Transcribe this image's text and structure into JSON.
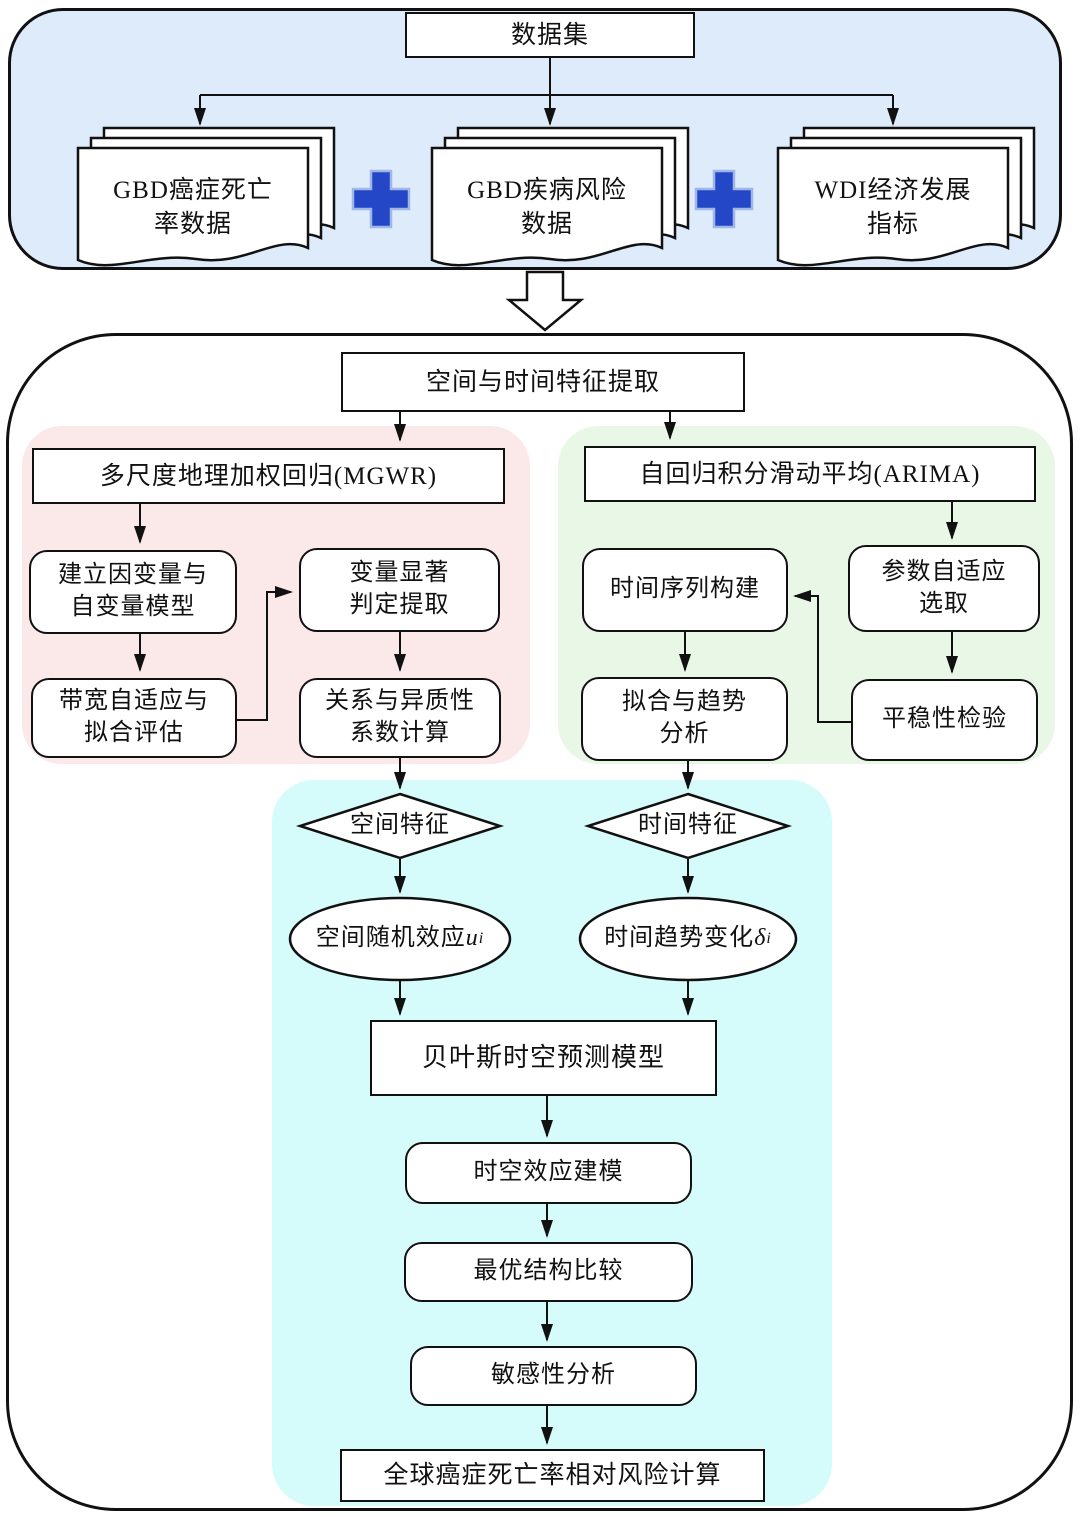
{
  "dataset_panel": {
    "title_box": "数据集",
    "doc_stacks": [
      {
        "lines": [
          "GBD癌症死亡",
          "率数据"
        ]
      },
      {
        "lines": [
          "GBD疾病风险",
          "数据"
        ]
      },
      {
        "lines": [
          "WDI经济发展",
          "指标"
        ]
      }
    ],
    "plus_icons": [
      "plus-icon",
      "plus-icon"
    ]
  },
  "extraction_box": "空间与时间特征提取",
  "mgwr": {
    "header": "多尺度地理加权回归(MGWR)",
    "steps": [
      {
        "lines": [
          "建立因变量与",
          "自变量模型"
        ]
      },
      {
        "lines": [
          "变量显著",
          "判定提取"
        ]
      },
      {
        "lines": [
          "带宽自适应与",
          "拟合评估"
        ]
      },
      {
        "lines": [
          "关系与异质性",
          "系数计算"
        ]
      }
    ]
  },
  "arima": {
    "header": "自回归积分滑动平均(ARIMA)",
    "steps": [
      {
        "lines": [
          "时间序列构建"
        ]
      },
      {
        "lines": [
          "参数自适应",
          "选取"
        ]
      },
      {
        "lines": [
          "拟合与趋势",
          "分析"
        ]
      },
      {
        "lines": [
          "平稳性检验"
        ]
      }
    ]
  },
  "bayes": {
    "spatial_diamond": "空间特征",
    "temporal_diamond": "时间特征",
    "spatial_effect": {
      "prefix": "空间随机效应",
      "var": "u",
      "sub": "i"
    },
    "temporal_trend": {
      "prefix": "时间趋势变化",
      "var": "δ",
      "sub": "i"
    },
    "model_box": "贝叶斯时空预测模型",
    "steps": [
      "时空效应建模",
      "最优结构比较",
      "敏感性分析"
    ],
    "output_box": "全球癌症死亡率相对风险计算"
  },
  "colors": {
    "dataset_panel_fill": "#ddebfa",
    "mgwr_region_fill": "#fbe8e8",
    "arima_region_fill": "#e9f8e6",
    "bayes_region_fill": "#d5fbfa",
    "plus_fill": "#2447c8",
    "plus_outline": "#9fb6e6",
    "line_color": "#111111"
  }
}
